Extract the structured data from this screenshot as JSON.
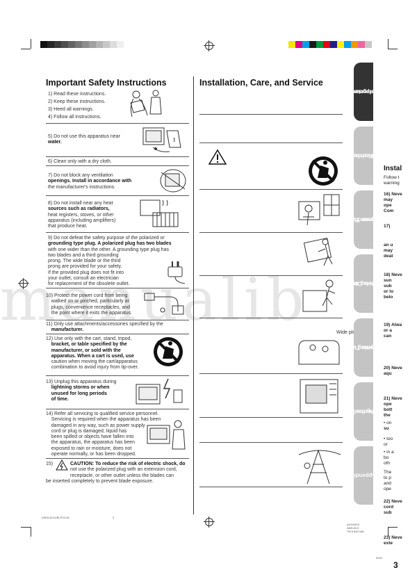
{
  "color_bar": {
    "grays": [
      "#111111",
      "#262626",
      "#3a3a3a",
      "#4e4e4e",
      "#636363",
      "#777777",
      "#8c8c8c",
      "#a0a0a0",
      "#b4b4b4",
      "#c8c8c8",
      "#dcdcdc",
      "#efefef"
    ],
    "colors": [
      "#f2e400",
      "#e4007f",
      "#00a0e9",
      "#1a1a1a",
      "#009944",
      "#e60012",
      "#1d2088",
      "#fff100",
      "#00a0e9",
      "#f39800",
      "#ea68a2",
      "#c8c8c8"
    ]
  },
  "left": {
    "title": "Important Safety Instructions",
    "items": [
      {
        "a": "1) Read these instructions."
      },
      {
        "a": "2) Keep these instructions."
      },
      {
        "a": "3) Heed all warnings."
      },
      {
        "a": "4) Follow all instructions."
      },
      {
        "a": "5) Do not use this apparatus near",
        "b": "water."
      },
      {
        "a": "6) Clean only with a dry cloth."
      },
      {
        "a": "7) Do not block any ventilation",
        "b": "openings. Install in accordance with",
        "c": "the manufacturer's instructions."
      },
      {
        "a": "8) Do not install near any heat",
        "b": "sources such as radiators,",
        "c": "heat registers, stoves, or other",
        "d": "apparatus (including amplifiers)",
        "e": "that produce heat."
      },
      {
        "a": "9) Do not defeat the safety purpose of the polarized or",
        "b": "grounding type plug. A polarized plug has two blades",
        "c": "with one wider than the other. A grounding type plug has",
        "d": "two blades and a third grounding",
        "e": "prong. The wide blade or the third",
        "f": "prong are provided for your safety.",
        "g": "If the provided plug does not fit into",
        "h": "your outlet, consult an electrician",
        "i": "for replacement of the obsolete outlet."
      },
      {
        "a": "10) Protect the power cord from being",
        "b": "walked on or pinched, particularly at",
        "c": "plugs, convenience receptacles, and",
        "d": "the point where it exits the apparatus."
      },
      {
        "a": "11) Only use attachments/accessories specified by the",
        "b": "manufacturer."
      },
      {
        "a": "12) Use only with the cart, stand, tripod,",
        "b": "bracket, or table specified by the",
        "c": "manufacturer, or sold with the",
        "d": "apparatus. When a cart is used, use",
        "e": "caution when moving the cart/apparatus",
        "f": "combination to avoid injury from tip-over."
      },
      {
        "a": "13) Unplug this apparatus during",
        "b": "lightning storms or when",
        "c": "unused for long periods",
        "d": "of time."
      },
      {
        "a": "14) Refer all servicing to qualified service personnel.",
        "b": "Servicing is required when the apparatus has been",
        "c": "damaged in any way, such as power supply",
        "d": "cord or plug is damaged, liquid has",
        "e": "been spilled or objects have fallen into",
        "f": "the apparatus, the apparatus has been",
        "g": "exposed to rain or moisture, does not",
        "h": "operate normally, or has been dropped."
      },
      {
        "num": "15)",
        "a": "CAUTION: To reduce the risk of electric shock, do",
        "b": "not use the polarized plug with an extension cord,",
        "c": "receptacle, or other outlet unless the blades can",
        "d": "be inserted completely to prevent blade exposure."
      }
    ],
    "wide_plug": "Wide plug"
  },
  "mid": {
    "title": "Installation, Care, and Service"
  },
  "tabs": [
    {
      "label1": "Important",
      "label2": "Safeguards"
    },
    {
      "label1": "Welcome to",
      "label2": "Toshiba"
    },
    {
      "label1": "Connecting",
      "label2": "your TV"
    },
    {
      "label1": "Using the",
      "label2": "Remote Control"
    },
    {
      "label1": "Setting up",
      "label2": "your TV"
    },
    {
      "label1": "Using the TV's",
      "label2": "Features"
    },
    {
      "label1": "Appendix",
      "label2": ""
    }
  ],
  "right": {
    "title": "Instal",
    "lines": [
      "Follow t",
      "warning",
      "16) Neve",
      "may",
      "ope",
      "Com",
      "17)",
      "an u",
      "may",
      "deat",
      "18) Neve",
      "sun",
      "sub",
      "or lo",
      "belo",
      "19) Alwa",
      "or a",
      "can",
      "20) Neve",
      "aqu",
      "21) Neve",
      "ope",
      "bott",
      "the",
      "• on",
      "su",
      "• too",
      "or",
      "• in a",
      "bo",
      "oth",
      "The",
      "to p",
      "and",
      "ope",
      "22) Neve",
      "cord",
      "sub",
      "23) Neve",
      "exte"
    ],
    "page_no": "3"
  },
  "footer": {
    "left_code": "(3N51421/UB) P02-08",
    "left_page": "3",
    "right_code1": "04/9/2903",
    "right_code2": "AM9:46:3",
    "right_code3": "TECHNO-WA",
    "right_bottom": "E001"
  },
  "watermark": "manualib"
}
